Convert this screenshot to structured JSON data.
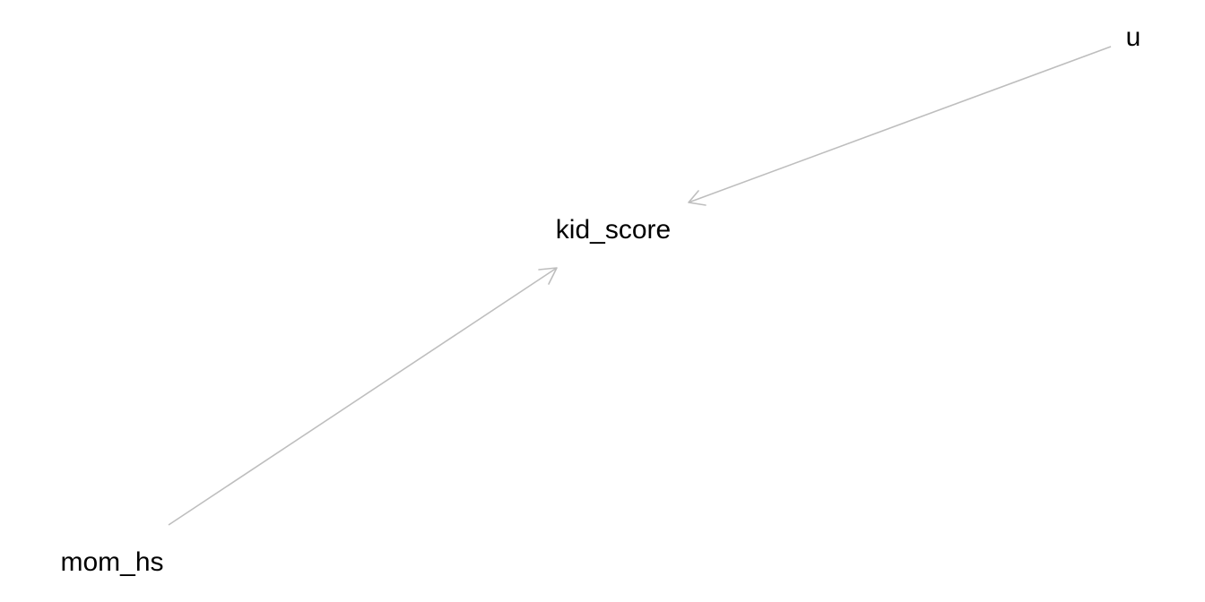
{
  "diagram": {
    "type": "dag",
    "edge_color": "#BEBEBE",
    "label_color": "#000000",
    "nodes": [
      {
        "id": "u",
        "label": "u"
      },
      {
        "id": "kid_score",
        "label": "kid_score"
      },
      {
        "id": "mom_hs",
        "label": "mom_hs"
      }
    ],
    "edges": [
      {
        "from": "u",
        "to": "kid_score"
      },
      {
        "from": "mom_hs",
        "to": "kid_score"
      }
    ]
  }
}
